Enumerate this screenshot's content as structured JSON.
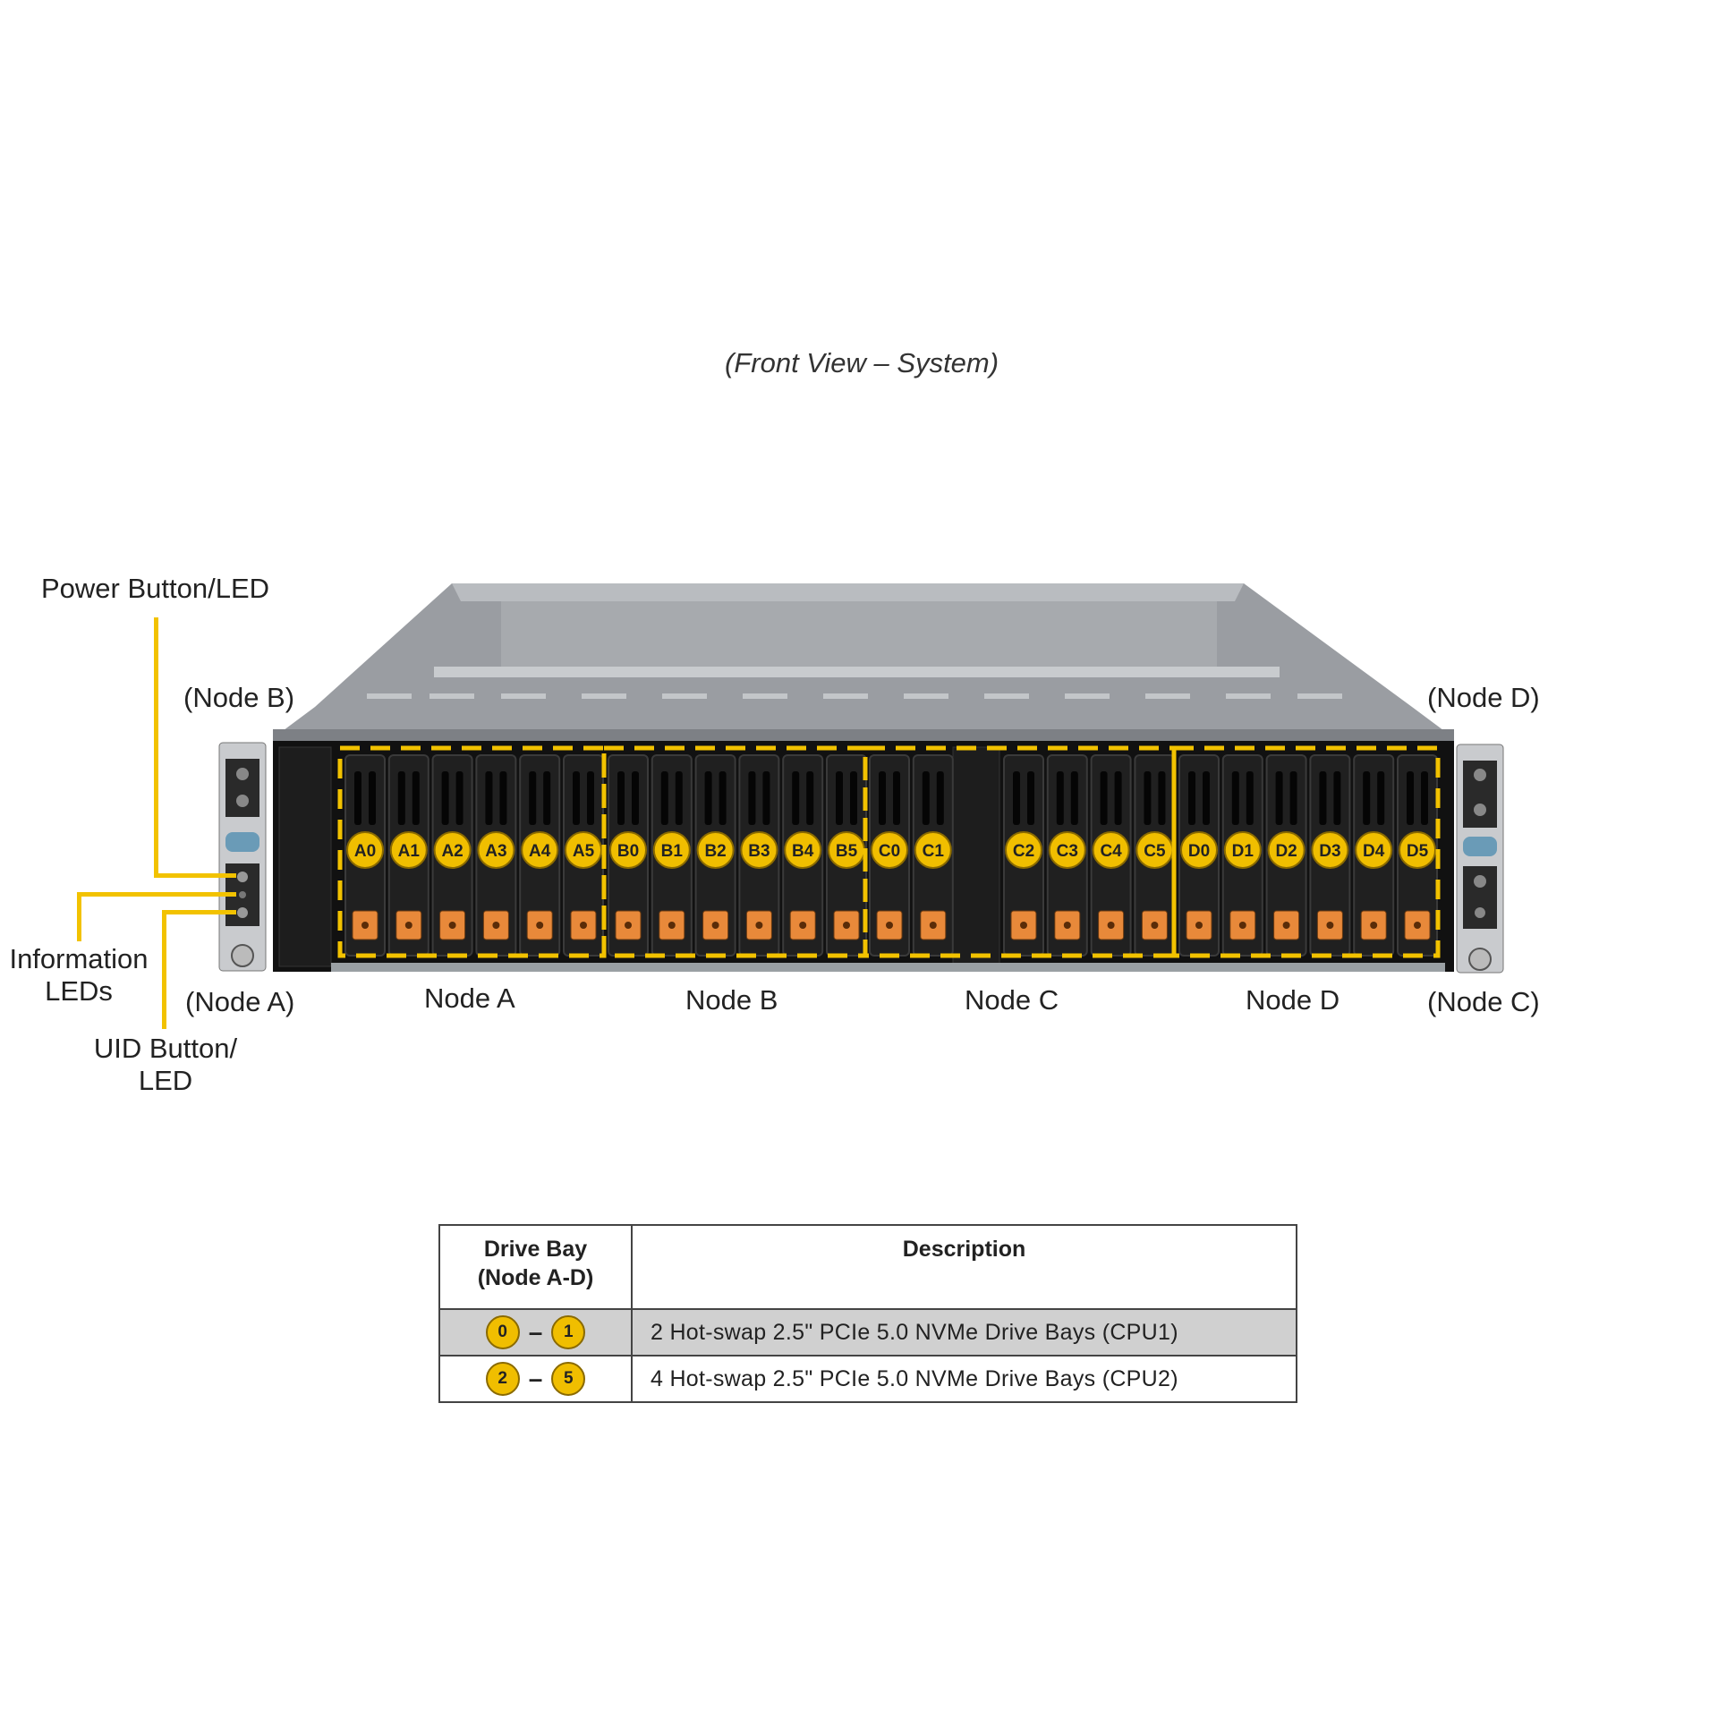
{
  "caption": "(Front View – System)",
  "callouts": {
    "power": "Power Button/LED",
    "info_line1": "Information",
    "info_line2": "LEDs",
    "uid_line1": "UID Button/",
    "uid_line2": "LED"
  },
  "side_labels": {
    "node_b": "(Node B)",
    "node_a": "(Node A)",
    "node_d": "(Node D)",
    "node_c": "(Node C)"
  },
  "nodes": [
    "Node A",
    "Node B",
    "Node C",
    "Node D"
  ],
  "bays": [
    "A0",
    "A1",
    "A2",
    "A3",
    "A4",
    "A5",
    "B0",
    "B1",
    "B2",
    "B3",
    "B4",
    "B5",
    "C0",
    "C1",
    "C2",
    "C3",
    "C4",
    "C5",
    "D0",
    "D1",
    "D2",
    "D3",
    "D4",
    "D5"
  ],
  "colors": {
    "badge": "#f0be00",
    "latch": "#e8893a",
    "frame_dash": "#f2c200",
    "chassis": "#8e9196",
    "face": "#111111"
  },
  "table": {
    "header_col1_line1": "Drive Bay",
    "header_col1_line2": "(Node A-D)",
    "header_col2": "Description",
    "rows": [
      {
        "from": "0",
        "to": "1",
        "dash": "–",
        "description": "2 Hot-swap 2.5\" PCIe 5.0 NVMe Drive Bays (CPU1)"
      },
      {
        "from": "2",
        "to": "5",
        "dash": "–",
        "description": "4 Hot-swap 2.5\" PCIe 5.0 NVMe Drive Bays (CPU2)"
      }
    ]
  }
}
